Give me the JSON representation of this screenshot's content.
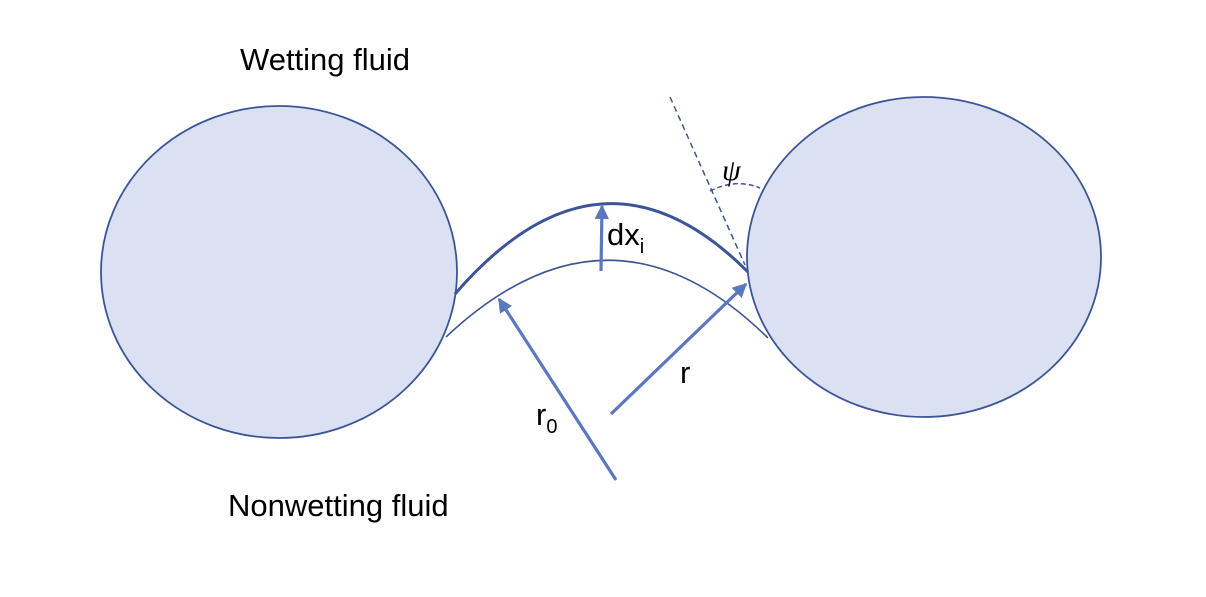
{
  "labels": {
    "wetting": "Wetting fluid",
    "nonwetting": "Nonwetting fluid",
    "psi": "ψ",
    "dx_main": "dx",
    "dx_sub": "i",
    "r": "r",
    "r0_main": "r",
    "r0_sub": "0"
  },
  "colors": {
    "grain_fill": "#dbe1f2",
    "grain_stroke": "#3c5596",
    "arrow": "#5b77bd",
    "outer_meniscus": "#3c5596",
    "inner_meniscus": "#3c5596",
    "dash": "#3c5596"
  }
}
